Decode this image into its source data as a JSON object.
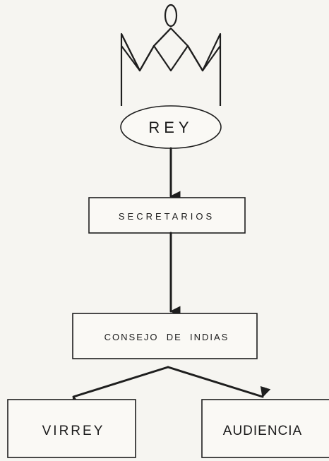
{
  "diagram": {
    "type": "organizational-hierarchy",
    "nodes": {
      "rey": "REY",
      "secretarios": "SECRETARIOS",
      "consejo": "CONSEJO  DE  INDIAS",
      "virrey": "VIRREY",
      "audiencia": "AUDIENCIA"
    },
    "edges": [
      [
        "rey",
        "secretarios"
      ],
      [
        "secretarios",
        "consejo"
      ],
      [
        "consejo",
        "virrey"
      ],
      [
        "consejo",
        "audiencia"
      ]
    ],
    "crown_icon": "crown-icon"
  },
  "colors": {
    "ink": "#1e1e1e",
    "paper": "#f6f5f1"
  }
}
